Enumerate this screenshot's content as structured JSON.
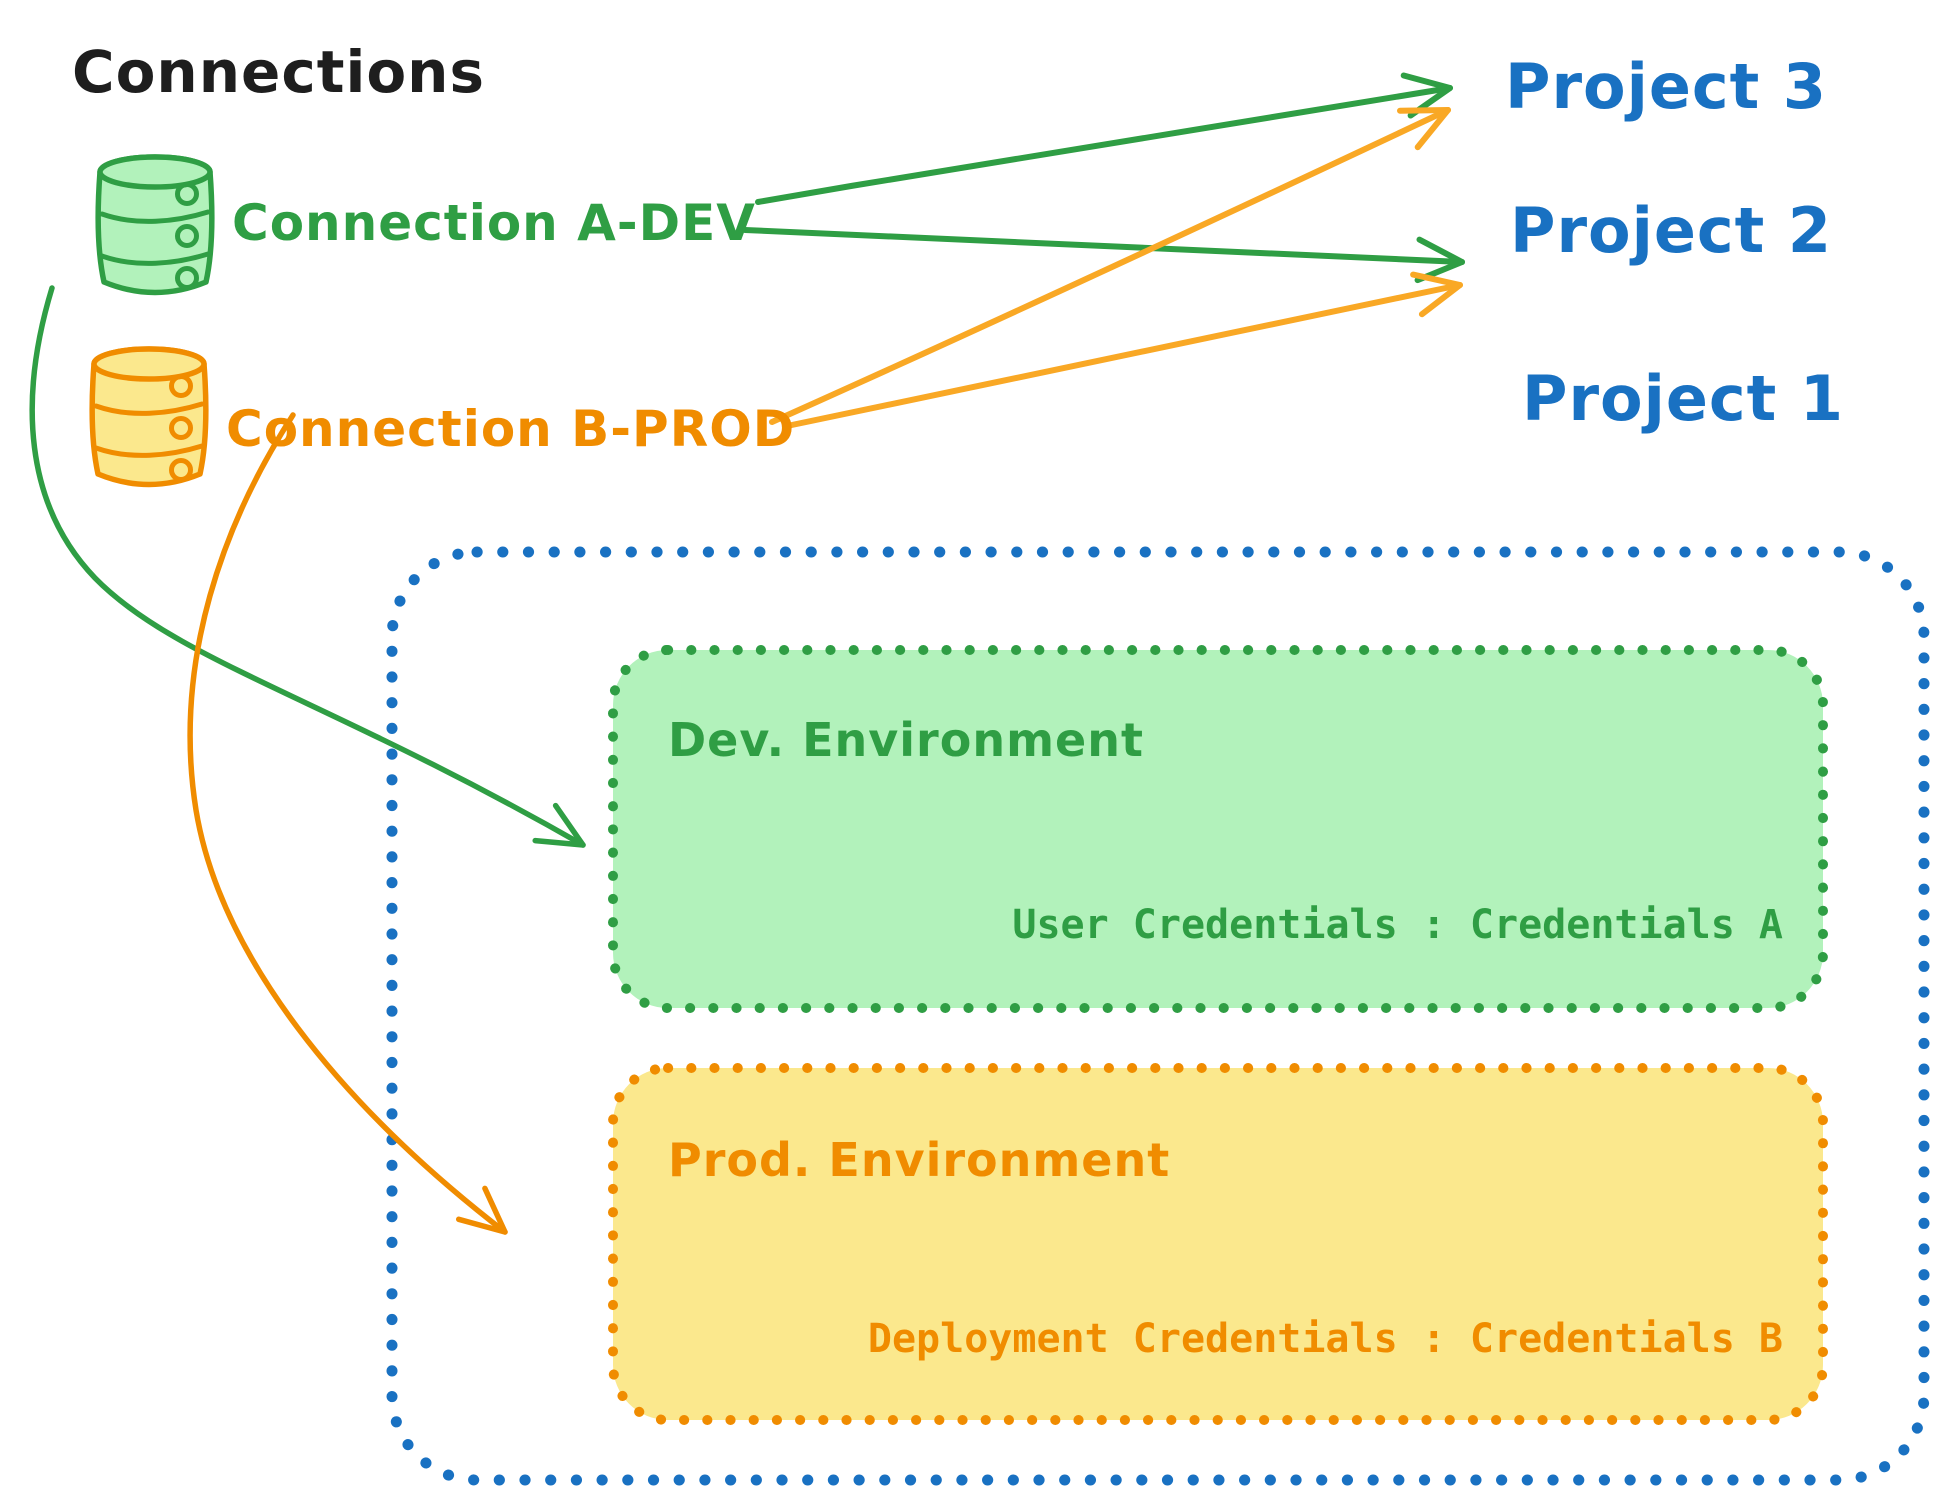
{
  "title": "Connections",
  "connections": [
    {
      "label": "Connection A-DEV",
      "icon": "database-icon",
      "color": "#2f9e44"
    },
    {
      "label": "Connection B-PROD",
      "icon": "database-icon",
      "color": "#f08c00"
    }
  ],
  "projects": [
    {
      "label": "Project 3"
    },
    {
      "label": "Project 2"
    },
    {
      "label": "Project 1"
    }
  ],
  "environments": {
    "dev": {
      "name": "Dev. Environment",
      "credentials": "User Credentials : Credentials A"
    },
    "prod": {
      "name": "Prod. Environment",
      "credentials": "Deployment Credentials : Credentials B"
    }
  },
  "links": [
    {
      "from": "Connection A-DEV",
      "to": "Project 3"
    },
    {
      "from": "Connection A-DEV",
      "to": "Project 2"
    },
    {
      "from": "Connection A-DEV",
      "to": "Dev. Environment"
    },
    {
      "from": "Connection B-PROD",
      "to": "Project 3"
    },
    {
      "from": "Connection B-PROD",
      "to": "Project 2"
    },
    {
      "from": "Connection B-PROD",
      "to": "Prod. Environment"
    }
  ],
  "colors": {
    "black": "#1e1e1e",
    "blue": "#1971c2",
    "green": "#2f9e44",
    "green_fill": "#b2f2bb",
    "orange": "#f08c00",
    "amber": "#f9a825",
    "yellow_fill": "#fbe88d"
  }
}
